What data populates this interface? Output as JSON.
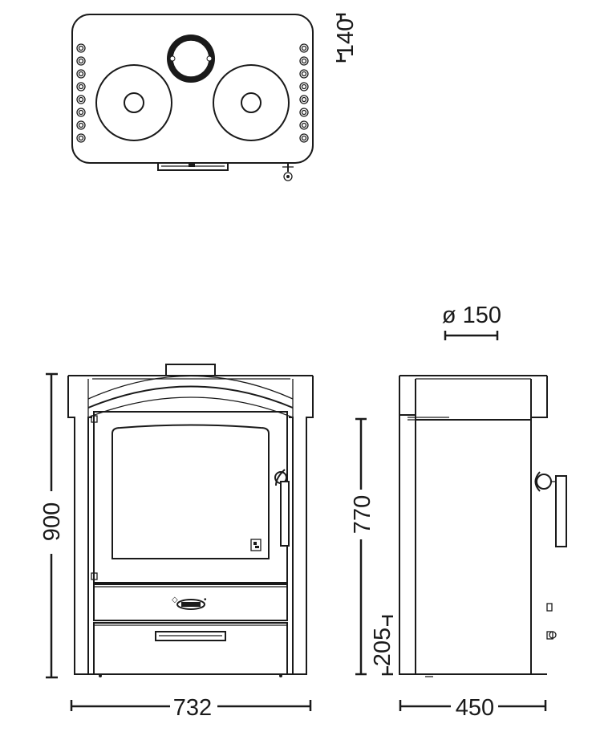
{
  "dimensions": {
    "top_depth": "140",
    "flue_diameter": "ø 150",
    "height_total": "900",
    "height_flue_center": "770",
    "width_front": "732",
    "depth_side": "450",
    "height_ash_drawer": "205"
  },
  "colors": {
    "line": "#1a1a1a",
    "background": "#ffffff"
  }
}
